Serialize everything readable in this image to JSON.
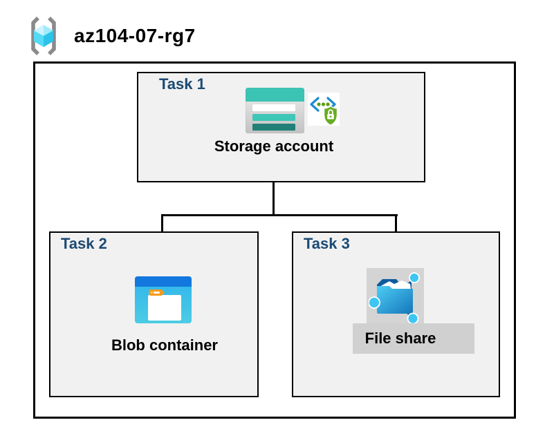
{
  "header": {
    "title": "az104-07-rg7",
    "icon": "resource-group-icon"
  },
  "tasks": [
    {
      "label": "Task 1",
      "resource": "Storage account",
      "icons": [
        "storage-account-icon",
        "secured-endpoint-icon"
      ]
    },
    {
      "label": "Task 2",
      "resource": "Blob container",
      "icons": [
        "blob-container-icon"
      ]
    },
    {
      "label": "Task 3",
      "resource": "File share",
      "icons": [
        "file-share-icon"
      ],
      "highlighted": true
    }
  ],
  "connections": [
    {
      "from": "Storage account",
      "to": "Blob container"
    },
    {
      "from": "Storage account",
      "to": "File share"
    }
  ],
  "colors": {
    "task_label_navy": "#1B4A73",
    "task_box_fill": "#F1F1F1",
    "border_black": "#000000",
    "highlight_gray": "#D4D4D4",
    "storage_teal": "#3BC3B4",
    "storage_teal_dark": "#218077",
    "blob_header_blue": "#1278DE",
    "blob_body_blue": "#35BCEE",
    "folder_tab_orange": "#F59B1E",
    "file_node_cyan": "#3EC6F2",
    "file_folder_dark": "#0D5C9E",
    "shield_green": "#69AC23",
    "bracket_gray": "#8A8A8A",
    "endpoint_bracket_blue": "#1E8BD2"
  }
}
